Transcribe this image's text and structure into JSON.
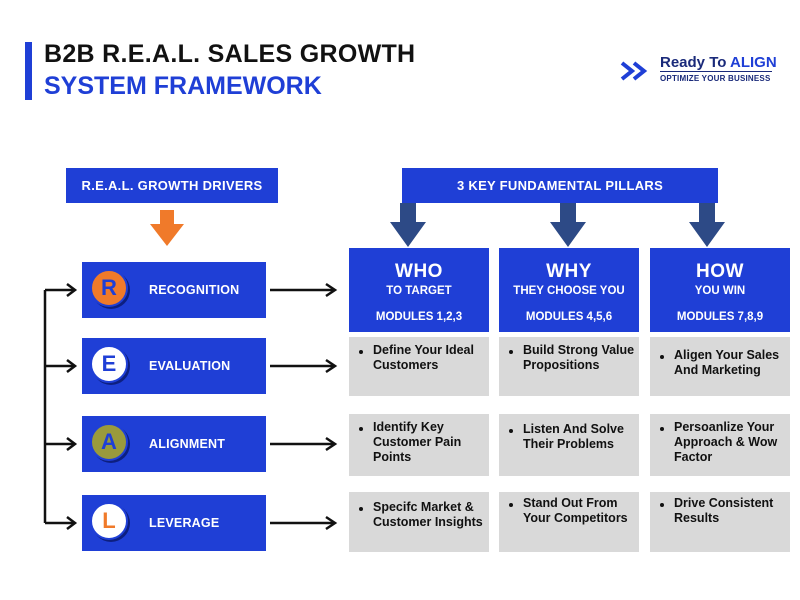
{
  "header": {
    "title_line1": "B2B R.E.A.L. SALES GROWTH",
    "title_line2": "SYSTEM FRAMEWORK"
  },
  "logo": {
    "name_part1": "Ready To ",
    "name_part2": "ALIGN",
    "tagline": "OPTIMIZE YOUR BUSINESS",
    "icon": "double-chevron-right-icon"
  },
  "drivers_header": "R.E.A.L. GROWTH DRIVERS",
  "pillars_header": "3 KEY FUNDAMENTAL PILLARS",
  "drivers": [
    {
      "letter": "R",
      "label": "RECOGNITION",
      "circle_fill": "#f07a2a",
      "letter_color": "#1f3fd6"
    },
    {
      "letter": "E",
      "label": "EVALUATION",
      "circle_fill": "#ffffff",
      "letter_color": "#1f3fd6"
    },
    {
      "letter": "A",
      "label": "ALIGNMENT",
      "circle_fill": "#9a9a3c",
      "letter_color": "#1f3fd6"
    },
    {
      "letter": "L",
      "label": "LEVERAGE",
      "circle_fill": "#ffffff",
      "letter_color": "#f07a2a"
    }
  ],
  "pillars": [
    {
      "title": "WHO",
      "subtitle": "TO TARGET",
      "modules": "MODULES 1,2,3",
      "items": [
        "Define Your Ideal Customers",
        "Identify Key Customer Pain Points",
        "Specifc Market & Customer Insights"
      ]
    },
    {
      "title": "WHY",
      "subtitle": "THEY CHOOSE YOU",
      "modules": "MODULES 4,5,6",
      "items": [
        "Build Strong Value Propositions",
        "Listen And Solve Their Problems",
        "Stand Out From Your Competitors"
      ]
    },
    {
      "title": "HOW",
      "subtitle": "YOU WIN",
      "modules": "MODULES 7,8,9",
      "items": [
        "Aligen Your Sales And Marketing",
        "Persoanlize Your Approach & Wow Factor",
        "Drive Consistent Results"
      ]
    }
  ],
  "colors": {
    "primary_blue": "#1f3fd6",
    "orange": "#f07a2a",
    "navy_arrow": "#2d4a86",
    "cell_gray": "#d9d9d9"
  }
}
